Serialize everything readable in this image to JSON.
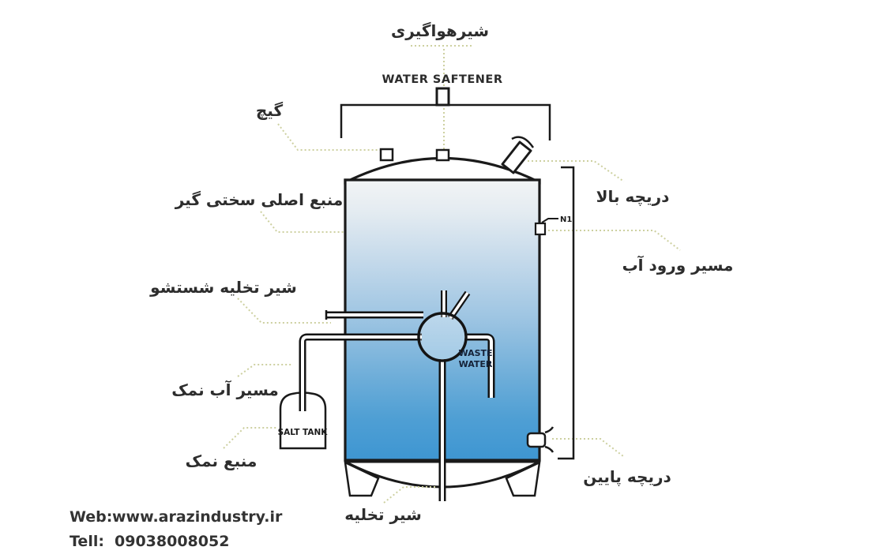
{
  "product": {
    "name_en": "WATER SAFTENER"
  },
  "labels": {
    "air_valve": "شیرهواگیری",
    "gauge": "گیچ",
    "main_tank": "منبع اصلی سختی گیر",
    "wash_drain_valve": "شیر تخلیه شستشو",
    "salt_water_path": "مسیر آب نمک",
    "salt_source": "منبع نمک",
    "drain_valve": "شیر تخلیه",
    "top_hatch": "دریچه بالا",
    "water_inlet_path": "مسیر ورود آب",
    "bottom_hatch": "دریچه پایین",
    "nozzle_n1": "N1",
    "salt_tank": "SALT TANK",
    "waste_line1": "WASTE",
    "waste_line2": "WATER"
  },
  "footer": {
    "web_label": "Web:",
    "web_value": "www.arazindustry.ir",
    "tell_label": "Tell:",
    "tell_value": "09038008052"
  },
  "colors": {
    "tank_gradient_top": "#f2f4f5",
    "tank_gradient_mid": "#9cc4e2",
    "tank_gradient_bottom": "#3e96d2",
    "line": "#1a1a1a",
    "leader_dotted": "#cdd0a0",
    "label_text": "#2d2d2d",
    "footer_text": "#333333"
  }
}
